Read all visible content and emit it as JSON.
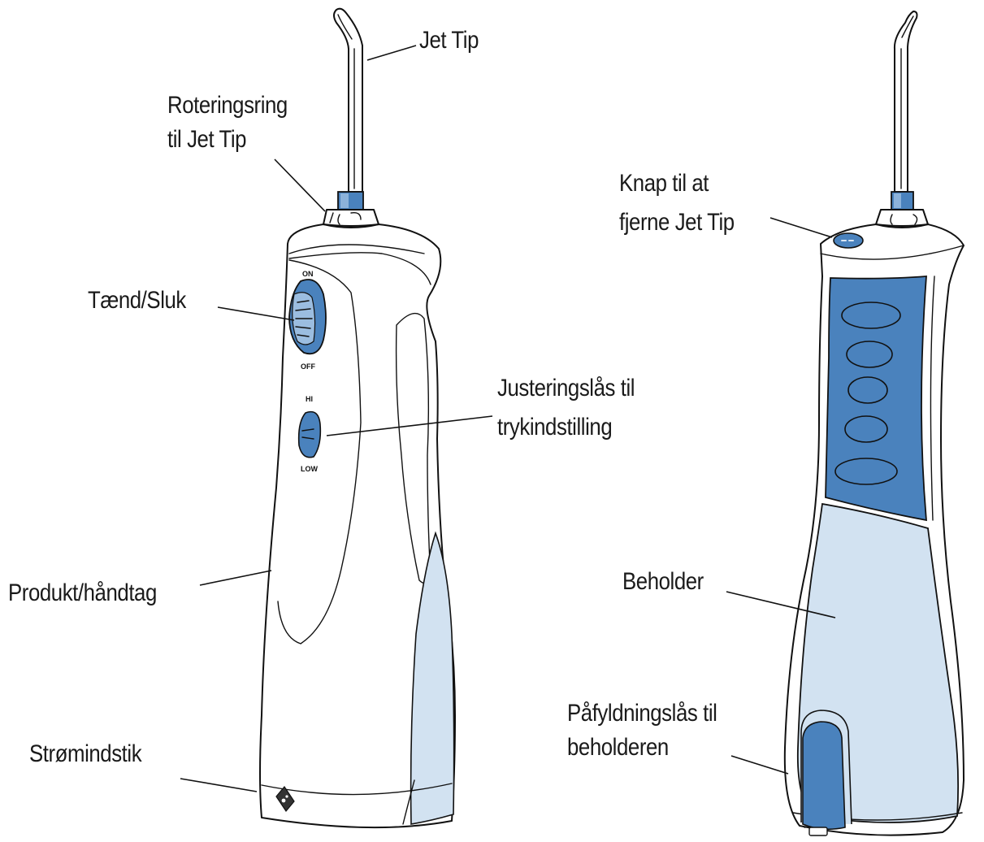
{
  "labels": {
    "jet_tip": "Jet Tip",
    "rotation_ring_line1": "Roteringsring",
    "rotation_ring_line2": "til Jet Tip",
    "power_switch": "Tænd/Sluk",
    "pressure_line1": "Justeringslås til",
    "pressure_line2": "trykindstilling",
    "product_handle": "Produkt/håndtag",
    "power_jack": "Strømindstik",
    "tip_release_line1": "Knap til at",
    "tip_release_line2": "fjerne Jet Tip",
    "reservoir": "Beholder",
    "reservoir_latch_line1": "Påfyldningslås til",
    "reservoir_latch_line2": "beholderen"
  },
  "switch_text": {
    "on": "ON",
    "off": "OFF",
    "hi": "HI",
    "low": "LOW"
  },
  "colors": {
    "outline": "#111111",
    "blue_dark": "#4a82bd",
    "blue_light": "#d2e2f1",
    "body": "#ffffff"
  }
}
